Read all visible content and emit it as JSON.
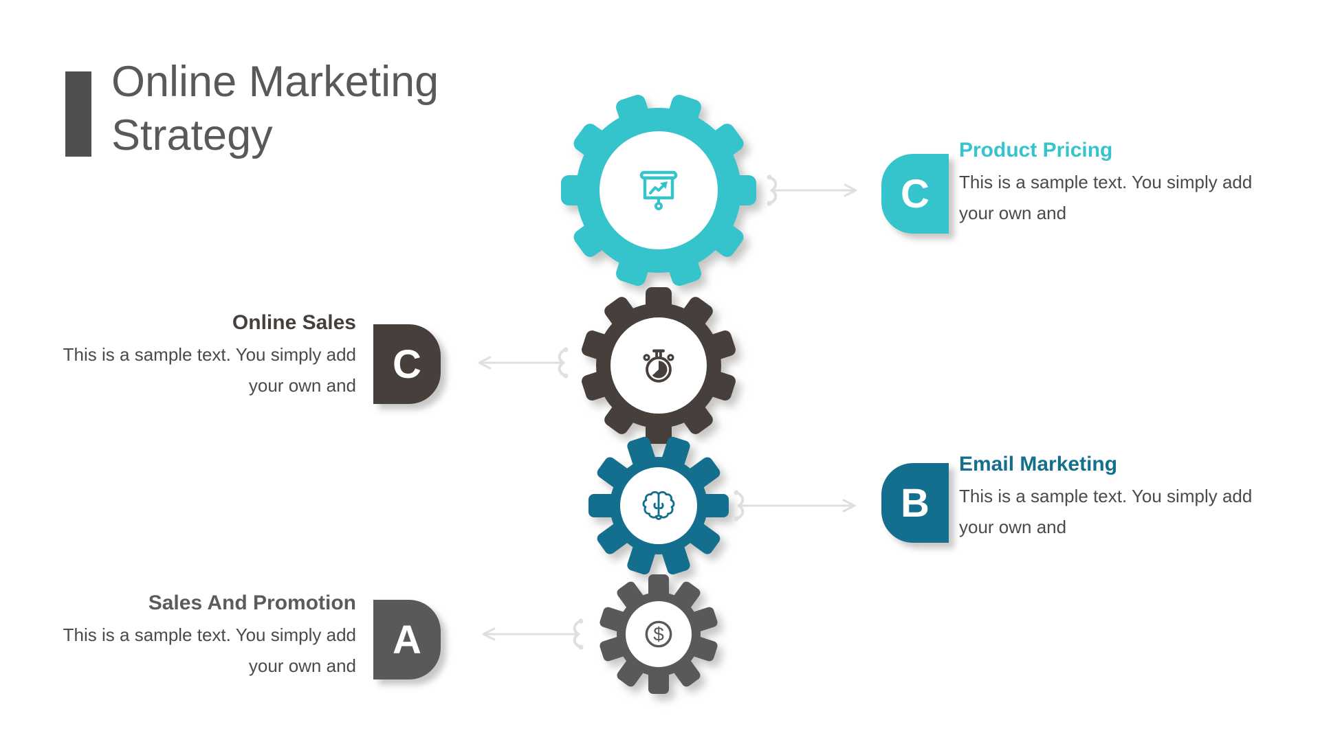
{
  "slide": {
    "title": "Online Marketing Strategy"
  },
  "colors": {
    "teal": "#35C4CC",
    "dark_brown": "#473F3C",
    "dark_teal": "#136F8D",
    "gray": "#595959",
    "title_text": "#595959",
    "body_text": "#4A4A4A",
    "connector_gray": "#E1DFDD",
    "badge_letter": "#FFFFFF"
  },
  "sections": [
    {
      "letter": "C",
      "title": "Product Pricing",
      "body_line1": "This is a sample text. You simply add",
      "body_line2": "your own and",
      "icon": "presentation-chart-icon",
      "side": "right",
      "accent": "#35C4CC"
    },
    {
      "letter": "C",
      "title": "Online Sales",
      "body_line1": "This is a sample text. You simply add",
      "body_line2": "your own and",
      "icon": "stopwatch-icon",
      "side": "left",
      "accent": "#473F3C"
    },
    {
      "letter": "B",
      "title": "Email Marketing",
      "body_line1": "This is a sample text. You simply add",
      "body_line2": "your own and",
      "icon": "brain-icon",
      "side": "right",
      "accent": "#136F8D"
    },
    {
      "letter": "A",
      "title": "Sales And Promotion",
      "body_line1": "This is a sample text. You simply add",
      "body_line2": "your own and",
      "icon": "dollar-circle-icon",
      "side": "left",
      "accent": "#595959"
    }
  ]
}
